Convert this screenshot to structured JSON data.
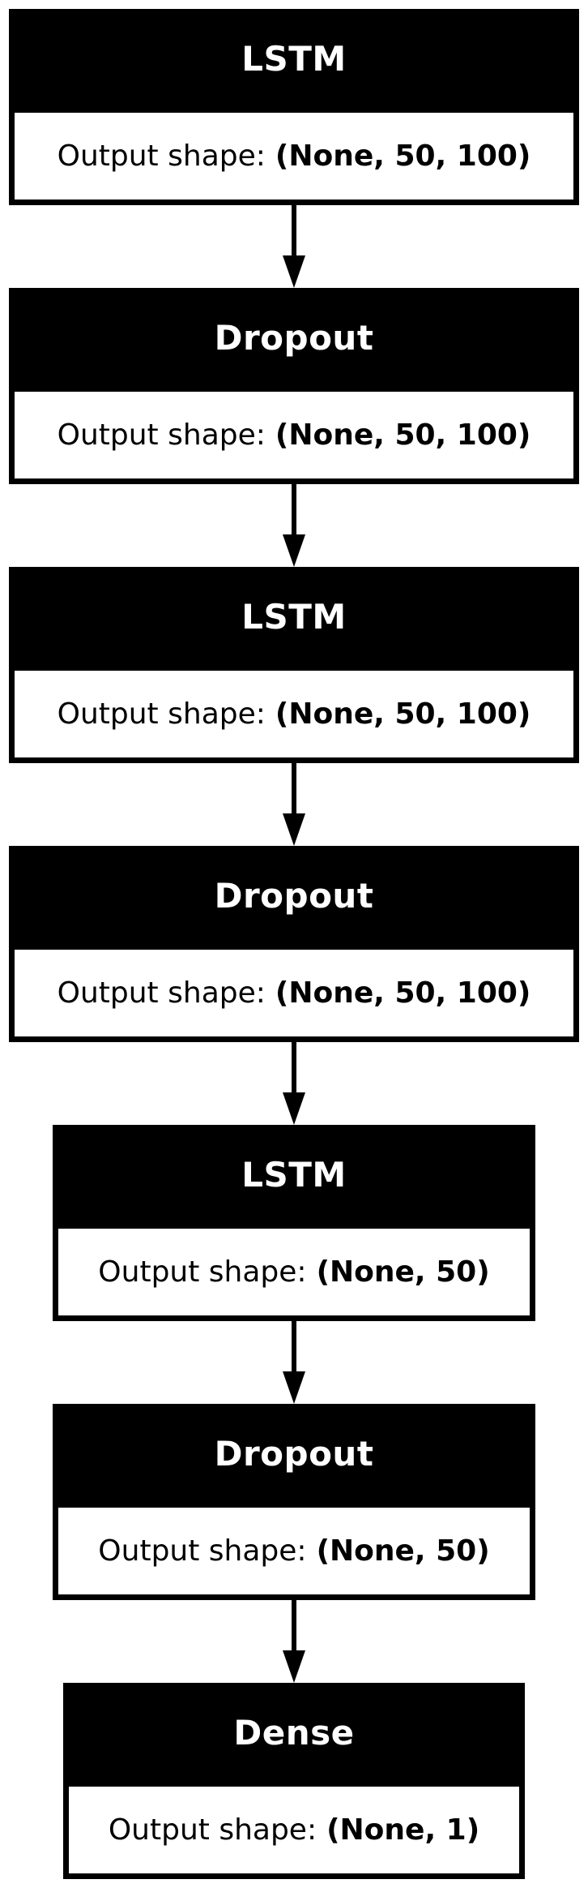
{
  "colors": {
    "header_background": "#000000",
    "header_text": "#ffffff",
    "body_background": "#ffffff",
    "arrow": "#000000"
  },
  "layers": [
    {
      "name": "LSTM",
      "shape_label": "Output shape:",
      "shape_value": "(None, 50, 100)"
    },
    {
      "name": "Dropout",
      "shape_label": "Output shape:",
      "shape_value": "(None, 50, 100)"
    },
    {
      "name": "LSTM",
      "shape_label": "Output shape:",
      "shape_value": "(None, 50, 100)"
    },
    {
      "name": "Dropout",
      "shape_label": "Output shape:",
      "shape_value": "(None, 50, 100)"
    },
    {
      "name": "LSTM",
      "shape_label": "Output shape:",
      "shape_value": "(None, 50)"
    },
    {
      "name": "Dropout",
      "shape_label": "Output shape:",
      "shape_value": "(None, 50)"
    },
    {
      "name": "Dense",
      "shape_label": "Output shape:",
      "shape_value": "(None, 1)"
    }
  ]
}
